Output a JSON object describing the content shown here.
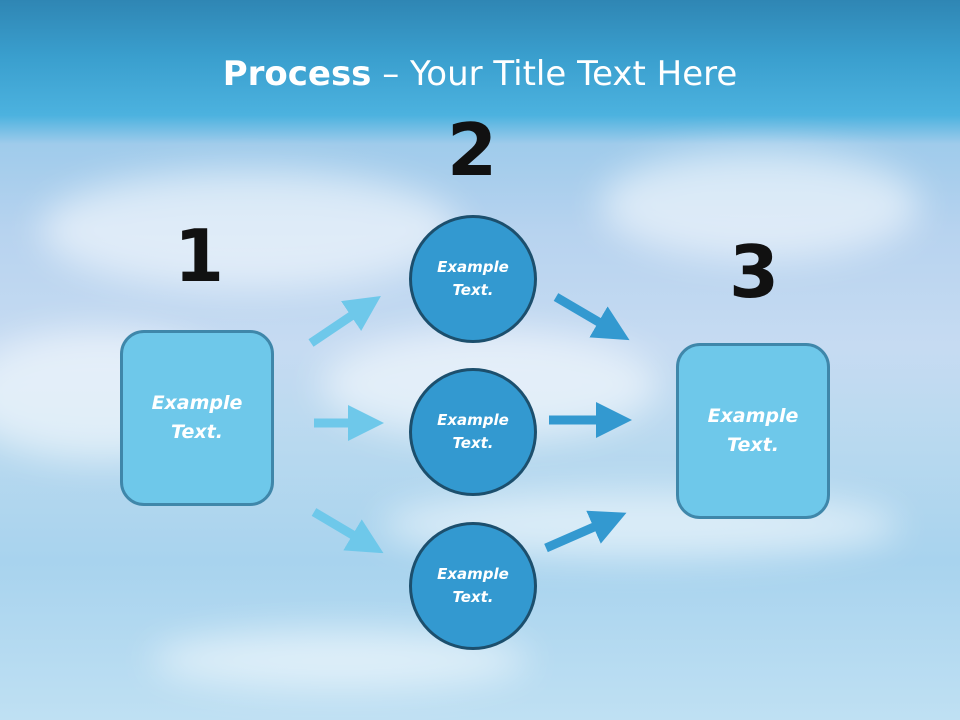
{
  "slide": {
    "title_bold": "Process",
    "title_rest": " – Your Title Text Here"
  },
  "steps": {
    "step1_number": "1",
    "step2_number": "2",
    "step3_number": "3"
  },
  "nodes": {
    "left_box": "Example\nText.",
    "circle_top": "Example\nText.",
    "circle_middle": "Example\nText.",
    "circle_bottom": "Example\nText.",
    "right_box": "Example\nText."
  },
  "colors": {
    "box_fill": "#6ec8ea",
    "circle_fill": "#3399d0",
    "arrow_light": "#6ec8ea",
    "arrow_dark": "#3399d0"
  }
}
